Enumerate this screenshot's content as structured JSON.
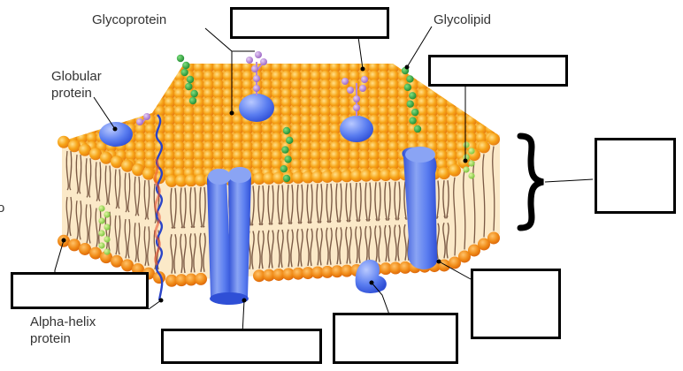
{
  "labels": {
    "glycoprotein": "Glycoprotein",
    "glycolipid": "Glycolipid",
    "globular_protein": [
      "Globular",
      "protein"
    ],
    "alpha_helix_protein": [
      "Alpha-helix",
      "protein"
    ]
  },
  "colors": {
    "head": "#f7a417",
    "head_shadow": "#e47a10",
    "tail": "#7b5a45",
    "protein": "#4e74e8",
    "protein_light": "#9ab1f6",
    "glyco_green": "#2fa640",
    "lipid_green": "#8fd44a",
    "sugar_purple": "#b888d6",
    "helix": "#2a44c8",
    "leader": "#000000"
  },
  "answer_boxes": [
    "blank",
    "blank",
    "blank",
    "blank",
    "blank",
    "blank",
    "blank"
  ]
}
